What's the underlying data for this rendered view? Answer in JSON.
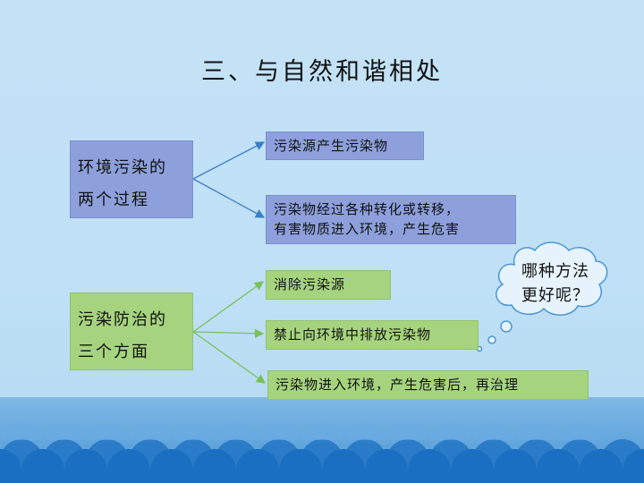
{
  "title": "三、与自然和谐相处",
  "group1": {
    "head_line1": "环境污染的",
    "head_line2": "两个过程",
    "items": [
      "污染源产生污染物",
      "污染物经过各种转化或转移，",
      "有害物质进入环境，产生危害"
    ]
  },
  "group2": {
    "head_line1": "污染防治的",
    "head_line2": "三个方面",
    "items": [
      "消除污染源",
      "禁止向环境中排放污染物",
      "污染物进入环境，产生危害后，再治理"
    ]
  },
  "thought": {
    "line1": "哪种方法",
    "line2": "更好呢？"
  },
  "colors": {
    "background": "#c4e2f6",
    "blue_box": "#8da0dc",
    "green_box": "#a6d47e",
    "blue_arrow": "#3c7fc9",
    "green_arrow": "#79c05a",
    "sea": "#4a96d6"
  }
}
